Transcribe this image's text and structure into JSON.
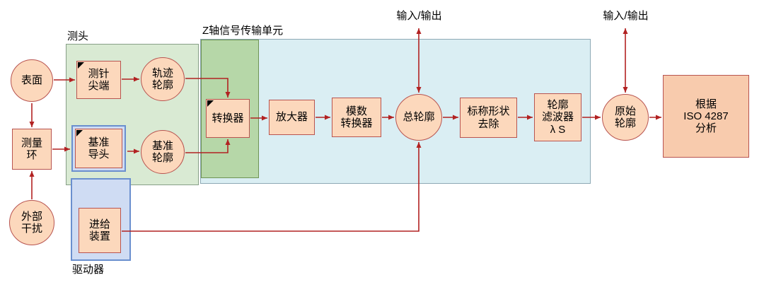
{
  "colors": {
    "arrow": "#b22222",
    "node_fill": "#fcd8bc",
    "node_border": "#b85450",
    "iso_box_fill": "#f8cbad",
    "probe_region_fill": "#d9ead3",
    "z_region_fill": "#daeef3",
    "transducer_region_fill": "#b6d7a8",
    "drive_region_fill": "#cfdcf3",
    "drive_region_border": "#6a8fce"
  },
  "labels": {
    "probe_region": "测头",
    "z_region": "Z轴信号传输单元",
    "drive_region": "驱动器",
    "io_top_center": "输入/输出",
    "io_top_right": "输入/输出"
  },
  "nodes": {
    "surface": "表面",
    "measurement_loop": "测量\n环",
    "external_disturbance": "外部\n干扰",
    "stylus_tip": "测针\n尖端",
    "trace_profile": "轨迹\n轮廓",
    "datum_guide": "基准\n导头",
    "datum_profile": "基准\n轮廓",
    "transducer": "转换器",
    "amplifier": "放大器",
    "ad_converter": "模数\n转换器",
    "total_profile": "总轮廓",
    "nominal_form_removal": "标称形状\n去除",
    "profile_filter": "轮廓\n滤波器\nλ S",
    "primary_profile": "原始\n轮廓",
    "iso_analysis": "根据\nISO 4287\n分析",
    "feed_device": "进给\n装置"
  },
  "edges": [
    {
      "from": "surface",
      "to": "stylus_tip"
    },
    {
      "from": "surface",
      "to": "measurement_loop"
    },
    {
      "from": "external_disturbance",
      "to": "measurement_loop"
    },
    {
      "from": "measurement_loop",
      "to": "datum_guide"
    },
    {
      "from": "stylus_tip",
      "to": "trace_profile"
    },
    {
      "from": "datum_guide",
      "to": "datum_profile"
    },
    {
      "from": "trace_profile",
      "to": "transducer"
    },
    {
      "from": "datum_profile",
      "to": "transducer"
    },
    {
      "from": "transducer",
      "to": "amplifier"
    },
    {
      "from": "amplifier",
      "to": "ad_converter"
    },
    {
      "from": "ad_converter",
      "to": "total_profile"
    },
    {
      "from": "total_profile",
      "to": "nominal_form_removal"
    },
    {
      "from": "nominal_form_removal",
      "to": "profile_filter"
    },
    {
      "from": "profile_filter",
      "to": "primary_profile"
    },
    {
      "from": "primary_profile",
      "to": "iso_analysis"
    },
    {
      "from": "feed_device",
      "to": "total_profile"
    },
    {
      "from": "io_top_center",
      "to": "total_profile",
      "type": "bidirectional"
    },
    {
      "from": "io_top_right",
      "to": "primary_profile",
      "type": "bidirectional"
    }
  ]
}
